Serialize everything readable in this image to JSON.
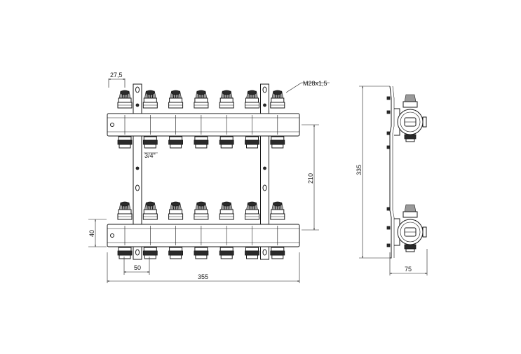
{
  "dimensions": {
    "port_spacing_top": "27,5",
    "thread": "M28x1,5",
    "connection": "3/4\"",
    "rail_distance": "210",
    "bar_height": "40",
    "outlet_pitch": "50",
    "total_width": "355",
    "total_height": "335",
    "depth": "75"
  },
  "outlets_per_bar": 7
}
